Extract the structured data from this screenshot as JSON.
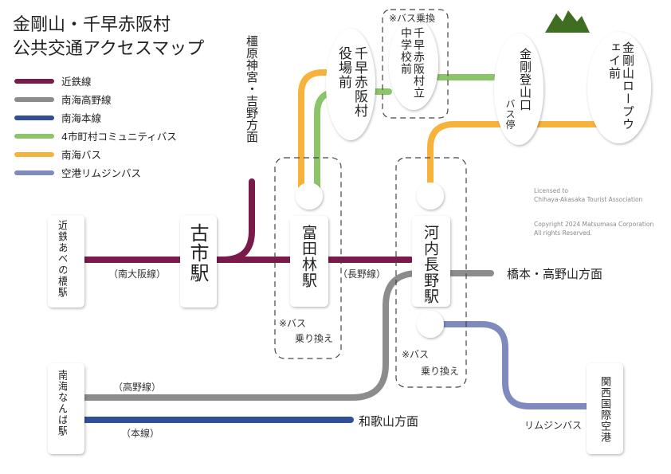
{
  "title": {
    "line1": "金剛山・千早赤阪村",
    "line2": "公共交通アクセスマップ"
  },
  "legend": [
    {
      "label": "近鉄線",
      "color": "#7a1a4b"
    },
    {
      "label": "南海高野線",
      "color": "#8c8c8c"
    },
    {
      "label": "南海本線",
      "color": "#2f4f99"
    },
    {
      "label": "4市町村コミュニティバス",
      "color": "#8cc46a"
    },
    {
      "label": "南海バス",
      "color": "#f7b23b"
    },
    {
      "label": "空港リムジンバス",
      "color": "#7f8abf"
    }
  ],
  "credits": {
    "license1": "Licensed to",
    "license2": "Chihaya-Akasaka Tourist Association",
    "copy1": "Copyright 2024 Matsumasa Corporation",
    "copy2": "All rights Reserved."
  },
  "stations": {
    "abeno": "近鉄あべの橋駅",
    "furuichi": "古市駅",
    "tondabayashi": "富田林駅",
    "kawachinagano": "河内長野駅",
    "namba": "南海なんば駅",
    "kix": "関西国際空港"
  },
  "bus_stops": {
    "yakuba": "千早赤阪村役場前",
    "chugakko": "千早赤阪村立中学校前",
    "tozanguchi_top": "金剛登山口",
    "tozanguchi_sub": "バス停",
    "ropeway": "金剛山ロープウェイ前"
  },
  "labels": {
    "kashihara": "橿原神宮・吉野方面",
    "minami_osaka": "（南大阪線）",
    "nagano_line": "（長野線）",
    "koya_line": "（高野線）",
    "main_line": "（本線）",
    "hashimoto": "橋本・高野山方面",
    "wakayama": "和歌山方面",
    "limousine": "リムジンバス",
    "transfer_top": "※バス乗換",
    "transfer_a1": "※バス",
    "transfer_a2": "乗り換え",
    "transfer_b1": "※バス",
    "transfer_b2": "乗り換え"
  },
  "icons": {
    "mountain": "mountain-icon"
  }
}
